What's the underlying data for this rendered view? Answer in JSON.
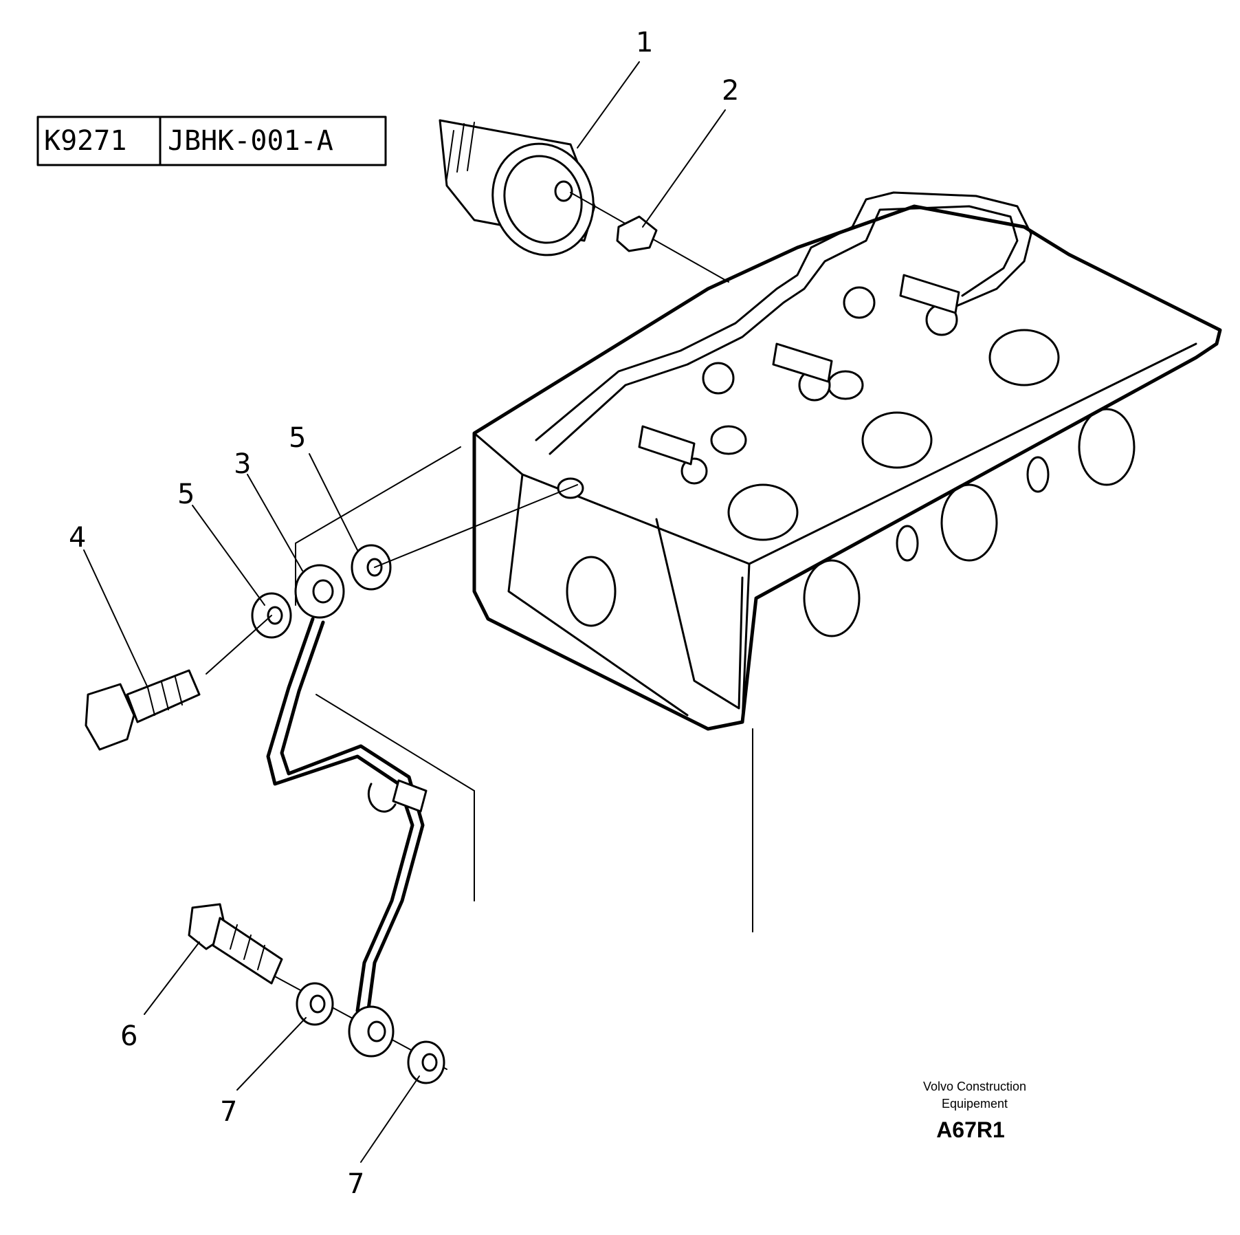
{
  "reference": {
    "code_left": "K9271",
    "code_right": "JBHK-001-A"
  },
  "callouts": [
    "1",
    "2",
    "3",
    "4",
    "5",
    "5",
    "6",
    "7",
    "7"
  ],
  "footer": {
    "line1": "Volvo Construction",
    "line2": "Equipement",
    "code": "A67R1"
  }
}
